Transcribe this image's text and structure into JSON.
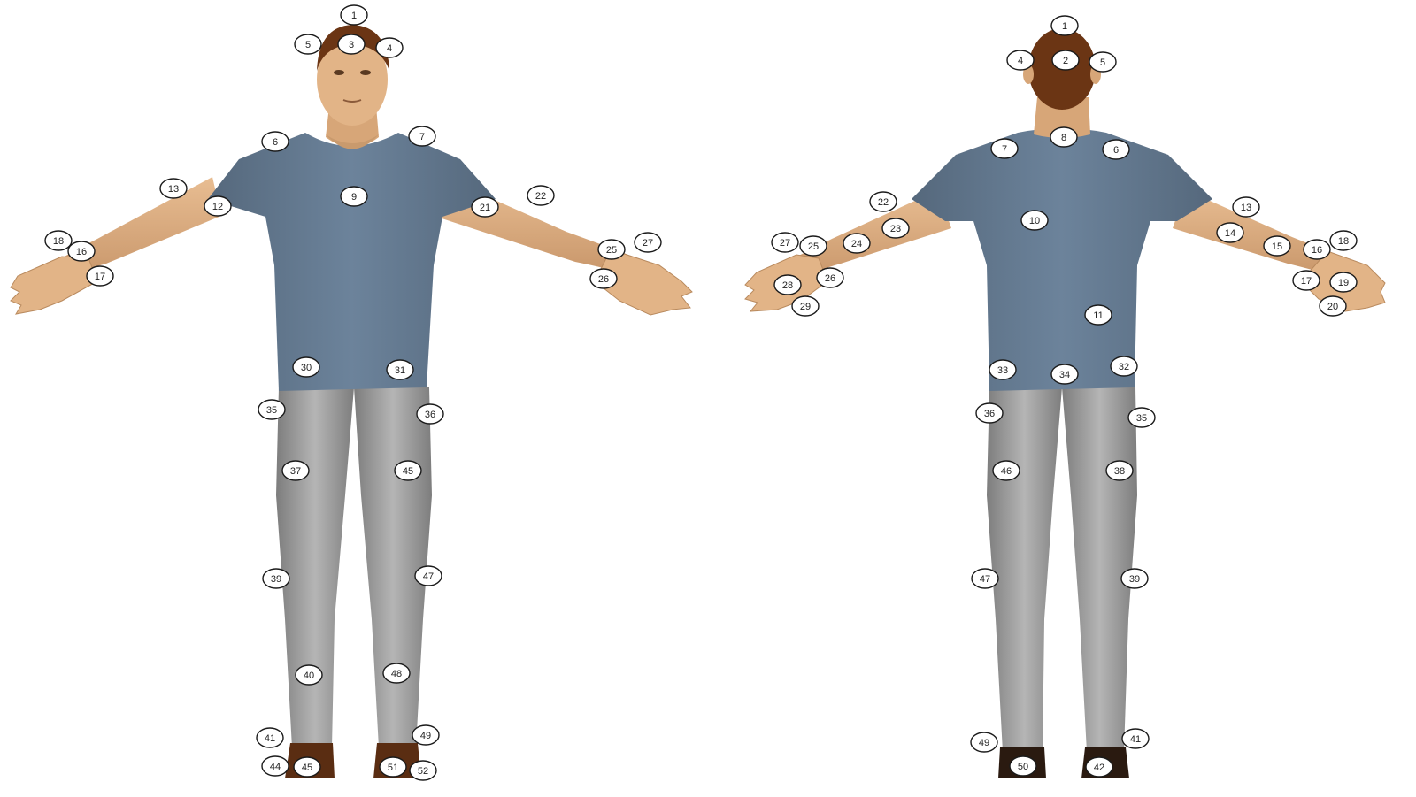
{
  "colors": {
    "background": "#ffffff",
    "skin": "#e2b487",
    "skin_shadow": "#b98a5e",
    "hair": "#6b3514",
    "shirt": "#647b93",
    "shirt_shadow": "#4f6277",
    "pants": "#a7a7a7",
    "pants_shadow": "#7b7b7b",
    "shoes": "#5a2d12",
    "marker_fill": "#ffffff",
    "marker_stroke": "#1a1a1a"
  },
  "front_view": {
    "markers": [
      "1",
      "5",
      "3",
      "4",
      "6",
      "7",
      "9",
      "13",
      "12",
      "21",
      "22",
      "18",
      "16",
      "17",
      "25",
      "27",
      "26",
      "30",
      "31",
      "35",
      "36",
      "37",
      "45",
      "39",
      "47",
      "40",
      "48",
      "41",
      "49",
      "44",
      "45",
      "51",
      "52"
    ]
  },
  "back_view": {
    "markers": [
      "1",
      "4",
      "2",
      "5",
      "8",
      "7",
      "6",
      "22",
      "23",
      "27",
      "25",
      "24",
      "28",
      "26",
      "29",
      "10",
      "13",
      "14",
      "15",
      "16",
      "18",
      "17",
      "19",
      "20",
      "11",
      "33",
      "34",
      "32",
      "36",
      "35",
      "46",
      "38",
      "47",
      "39",
      "49",
      "41",
      "50",
      "42"
    ]
  }
}
